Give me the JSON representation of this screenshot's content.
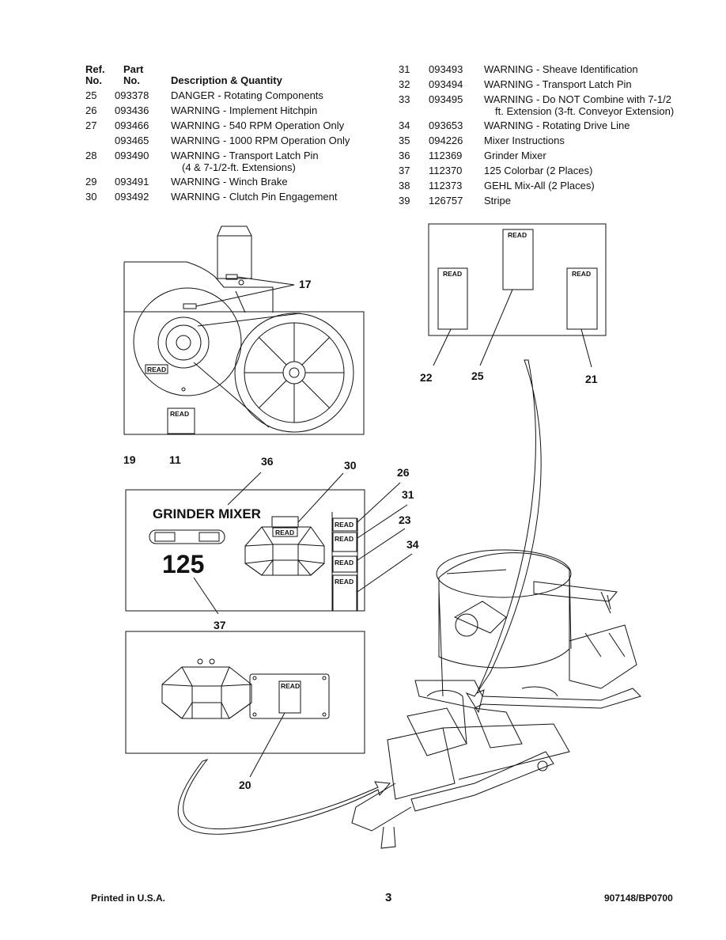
{
  "table": {
    "headers": {
      "ref_line1": "Ref.",
      "ref_line2": "No.",
      "part_line1": "Part",
      "part_line2": "No.",
      "desc": "Description & Quantity"
    },
    "left_rows": [
      {
        "ref": "25",
        "part": "093378",
        "desc": "DANGER - Rotating Components",
        "desc2": ""
      },
      {
        "ref": "26",
        "part": "093436",
        "desc": "WARNING - Implement Hitchpin",
        "desc2": ""
      },
      {
        "ref": "27",
        "part": "093466",
        "desc": "WARNING - 540 RPM Operation Only",
        "desc2": ""
      },
      {
        "ref": "",
        "part": "093465",
        "desc": "WARNING - 1000 RPM Operation Only",
        "desc2": ""
      },
      {
        "ref": "28",
        "part": "093490",
        "desc": "WARNING - Transport Latch Pin",
        "desc2": "(4 & 7-1/2-ft. Extensions)"
      },
      {
        "ref": "29",
        "part": "093491",
        "desc": "WARNING - Winch Brake",
        "desc2": ""
      },
      {
        "ref": "30",
        "part": "093492",
        "desc": "WARNING - Clutch Pin Engagement",
        "desc2": ""
      }
    ],
    "right_rows": [
      {
        "ref": "31",
        "part": "093493",
        "desc": "WARNING - Sheave Identification",
        "desc2": ""
      },
      {
        "ref": "32",
        "part": "093494",
        "desc": "WARNING - Transport Latch Pin",
        "desc2": ""
      },
      {
        "ref": "33",
        "part": "093495",
        "desc": "WARNING - Do NOT Combine with 7-1/2",
        "desc2": "ft. Extension (3-ft. Conveyor Extension)"
      },
      {
        "ref": "34",
        "part": "093653",
        "desc": "WARNING - Rotating Drive Line",
        "desc2": ""
      },
      {
        "ref": "35",
        "part": "094226",
        "desc": "Mixer Instructions",
        "desc2": ""
      },
      {
        "ref": "36",
        "part": "112369",
        "desc": "Grinder Mixer",
        "desc2": ""
      },
      {
        "ref": "37",
        "part": "112370",
        "desc": "125 Colorbar (2 Places)",
        "desc2": ""
      },
      {
        "ref": "38",
        "part": "112373",
        "desc": "GEHL Mix-All (2 Places)",
        "desc2": ""
      },
      {
        "ref": "39",
        "part": "126757",
        "desc": "Stripe",
        "desc2": ""
      }
    ]
  },
  "diagram": {
    "decal_text": "READ",
    "panel_title": "GRINDER MIXER",
    "panel_model": "125",
    "callouts": {
      "c17": "17",
      "c22": "22",
      "c25": "25",
      "c21": "21",
      "c19": "19",
      "c11": "11",
      "c36": "36",
      "c30": "30",
      "c26": "26",
      "c31": "31",
      "c23": "23",
      "c34": "34",
      "c37": "37",
      "c20": "20"
    }
  },
  "footer": {
    "left": "Printed in U.S.A.",
    "center": "3",
    "right": "907148/BP0700"
  }
}
